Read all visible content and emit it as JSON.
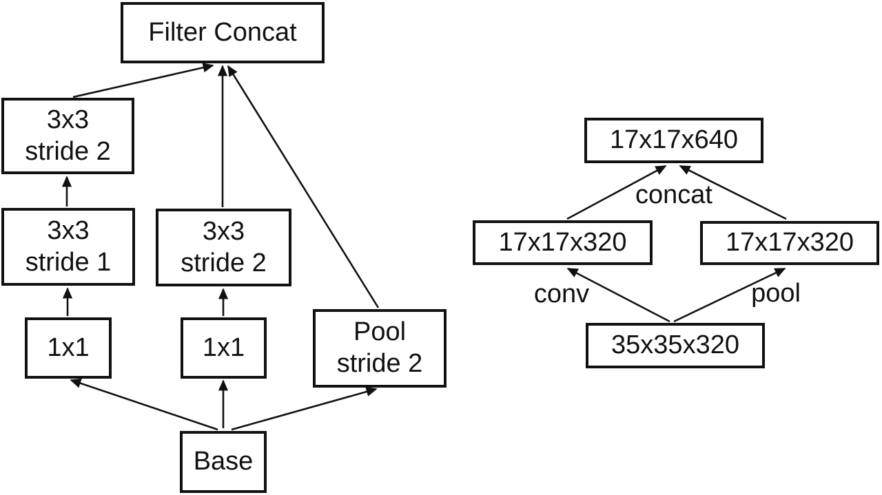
{
  "colors": {
    "background": "#ffffff",
    "ink": "#111111"
  },
  "left_diagram": {
    "filter_concat": {
      "label": "Filter Concat"
    },
    "conv3x3_stride2_upper": {
      "line1": "3x3",
      "line2": "stride 2"
    },
    "conv3x3_stride1": {
      "line1": "3x3",
      "line2": "stride 1"
    },
    "conv3x3_stride2_mid": {
      "line1": "3x3",
      "line2": "stride 2"
    },
    "conv1x1_left": {
      "label": "1x1"
    },
    "conv1x1_mid": {
      "label": "1x1"
    },
    "pool_stride2": {
      "line1": "Pool",
      "line2": "stride 2"
    },
    "base": {
      "label": "Base"
    },
    "edges": [
      {
        "from": "Base",
        "to": "1x1 (left)"
      },
      {
        "from": "Base",
        "to": "1x1 (middle)"
      },
      {
        "from": "Base",
        "to": "Pool stride 2"
      },
      {
        "from": "1x1 (left)",
        "to": "3x3 stride 1"
      },
      {
        "from": "3x3 stride 1",
        "to": "3x3 stride 2 (upper)"
      },
      {
        "from": "3x3 stride 2 (upper)",
        "to": "Filter Concat"
      },
      {
        "from": "1x1 (middle)",
        "to": "3x3 stride 2 (middle)"
      },
      {
        "from": "3x3 stride 2 (middle)",
        "to": "Filter Concat"
      },
      {
        "from": "Pool stride 2",
        "to": "Filter Concat"
      }
    ]
  },
  "right_diagram": {
    "output": {
      "label": "17x17x640"
    },
    "conv_branch": {
      "label": "17x17x320"
    },
    "pool_branch": {
      "label": "17x17x320"
    },
    "input": {
      "label": "35x35x320"
    },
    "edge_labels": {
      "concat": "concat",
      "conv": "conv",
      "pool": "pool"
    },
    "edges": [
      {
        "from": "35x35x320",
        "to": "17x17x320 (left)",
        "label": "conv"
      },
      {
        "from": "35x35x320",
        "to": "17x17x320 (right)",
        "label": "pool"
      },
      {
        "from": "17x17x320 (left)",
        "to": "17x17x640",
        "label": "concat"
      },
      {
        "from": "17x17x320 (right)",
        "to": "17x17x640",
        "label": "concat"
      }
    ]
  }
}
